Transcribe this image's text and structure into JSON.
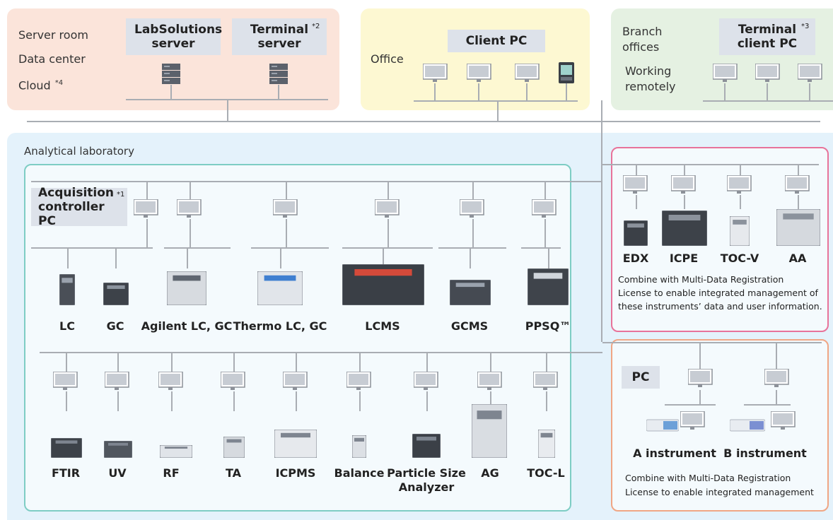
{
  "top": {
    "server_zone": {
      "locations": [
        "Server room",
        "Data center",
        "Cloud"
      ],
      "cloud_note": "*4",
      "labsolutions_server": "LabSolutions server",
      "terminal_server": "Terminal server",
      "terminal_server_note": "*2"
    },
    "office_zone": {
      "label": "Office",
      "client_pc": "Client PC"
    },
    "branch_zone": {
      "label_branch": "Branch offices",
      "label_remote": "Working remotely",
      "terminal_client_pc": "Terminal client PC",
      "terminal_client_note": "*3"
    }
  },
  "lab": {
    "title": "Analytical laboratory",
    "acquisition_pc": "Acquisition controller PC",
    "acquisition_note": "*1",
    "row1": [
      "LC",
      "GC",
      "Agilent LC, GC",
      "Thermo LC, GC",
      "LCMS",
      "GCMS",
      "PPSQ™"
    ],
    "row2": [
      "FTIR",
      "UV",
      "RF",
      "TA",
      "ICPMS",
      "Balance",
      "Particle Size Analyzer",
      "AG",
      "TOC-L"
    ]
  },
  "mdr_box": {
    "instruments": [
      "EDX",
      "ICPE",
      "TOC-V",
      "AA"
    ],
    "note_lines": [
      "Combine with Multi-Data Registration",
      "License to enable integrated management of",
      "these instruments’ data and user information."
    ]
  },
  "pc_box": {
    "pc_label": "PC",
    "instruments": [
      "A instrument",
      "B instrument"
    ],
    "note_lines": [
      "Combine with Multi-Data Registration",
      "License to enable integrated management"
    ]
  },
  "colors": {
    "server_zone": "#fbe4da",
    "office_zone": "#fdf8d2",
    "branch_zone": "#e5f1e2",
    "lab_zone": "#e4f2fb",
    "teal_border": "#7ecdc4",
    "pink_border": "#e8739a",
    "orange_border": "#f0a684",
    "line": "#a9adb3"
  },
  "icons": [
    "server-icon",
    "monitor-icon",
    "panel-pc-icon",
    "instrument-icon"
  ]
}
